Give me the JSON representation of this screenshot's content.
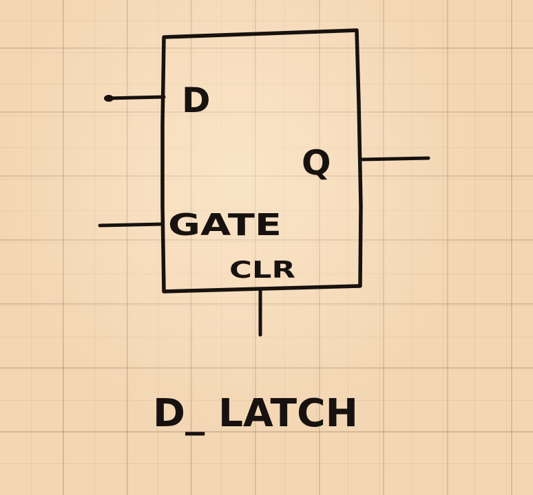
{
  "diagram": {
    "title": "D_ LATCH",
    "pins": {
      "d": "D",
      "gate": "GATE",
      "q": "Q",
      "clr": "CLR"
    }
  }
}
